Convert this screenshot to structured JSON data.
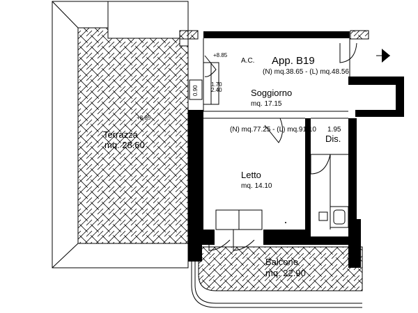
{
  "plan": {
    "unit_name": "App. B19",
    "unit_areas": "(N) mq.38.65 - (L) mq.48.56",
    "ac_label": "A.C.",
    "level_top": "+8.85",
    "level_terrace": "+8.85",
    "window_small_a": "1.70",
    "window_small_b": "2.40",
    "window_side": "0.90"
  },
  "rooms": {
    "soggiorno": {
      "name": "Soggiorno",
      "area": "mq. 17.15"
    },
    "terrazza": {
      "name": "Terrazza",
      "area": "mq. 28.60"
    },
    "letto": {
      "name": "Letto",
      "area": "mq. 14.10"
    },
    "dis": {
      "name": "Dis.",
      "area": "1.95"
    },
    "balcone": {
      "name": "Balcone",
      "area": "mq. 22.90"
    }
  },
  "notes": {
    "mid_area": "(N) mq.77.25 - (L) mq.91.10"
  },
  "colors": {
    "walls": "#000000",
    "background": "#ffffff",
    "hatch": "#000000"
  }
}
